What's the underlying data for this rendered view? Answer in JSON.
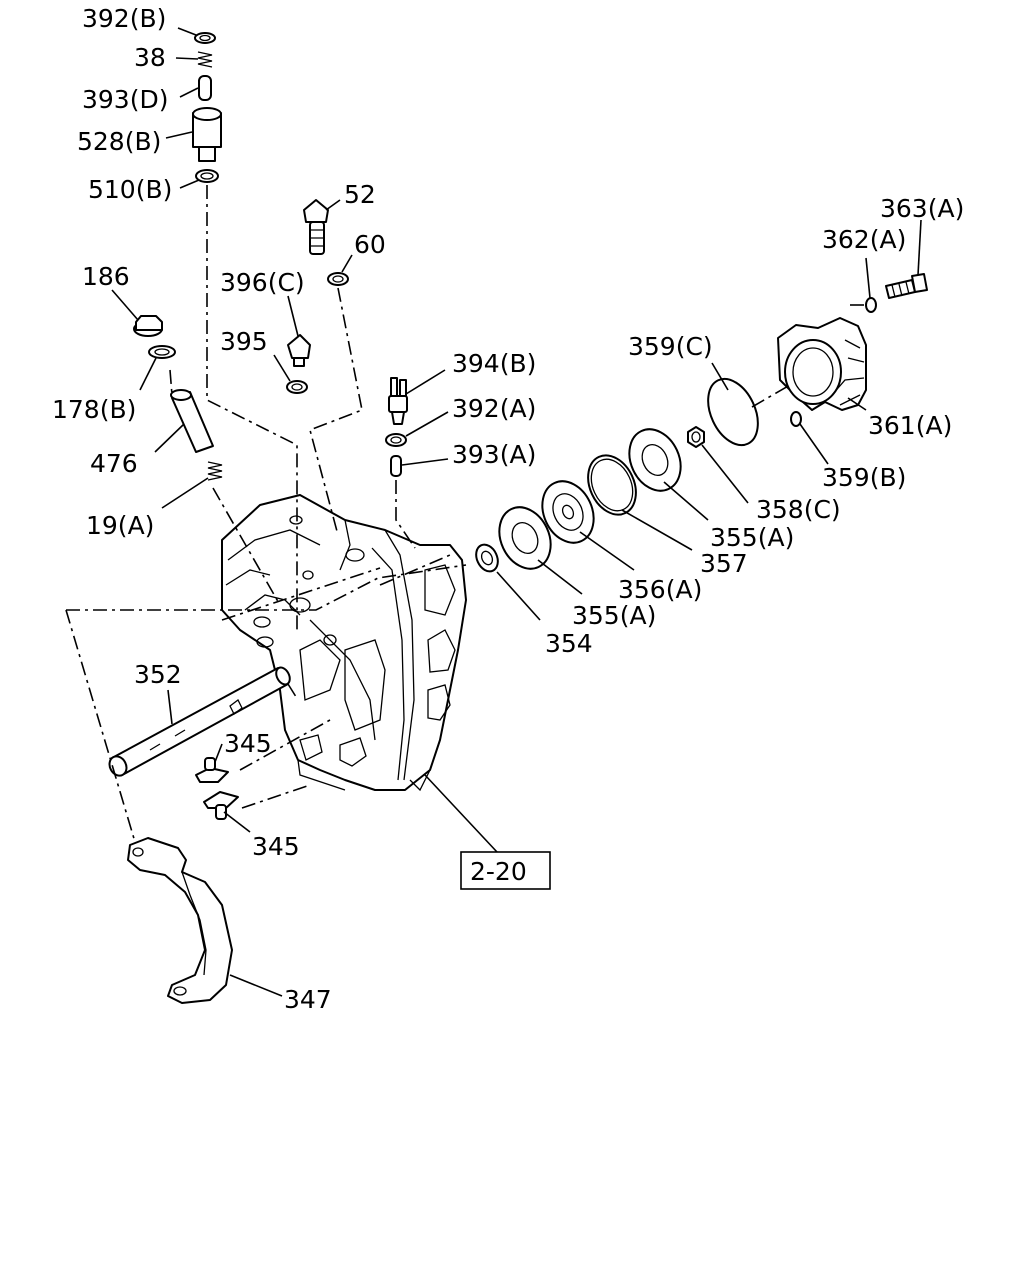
{
  "labels": {
    "l_392B": "392(B)",
    "l_38": "38",
    "l_393D": "393(D)",
    "l_528B": "528(B)",
    "l_510B": "510(B)",
    "l_52": "52",
    "l_60": "60",
    "l_186": "186",
    "l_396C": "396(C)",
    "l_395": "395",
    "l_178B": "178(B)",
    "l_476": "476",
    "l_19A": "19(A)",
    "l_394B": "394(B)",
    "l_392A": "392(A)",
    "l_393A": "393(A)",
    "l_363A": "363(A)",
    "l_362A": "362(A)",
    "l_359C": "359(C)",
    "l_361A": "361(A)",
    "l_359B": "359(B)",
    "l_358C": "358(C)",
    "l_355A_upper": "355(A)",
    "l_357": "357",
    "l_356A": "356(A)",
    "l_355A_lower": "355(A)",
    "l_354": "354",
    "l_352": "352",
    "l_345_upper": "345",
    "l_345_lower": "345",
    "l_347": "347",
    "ref_box": "2-20"
  }
}
